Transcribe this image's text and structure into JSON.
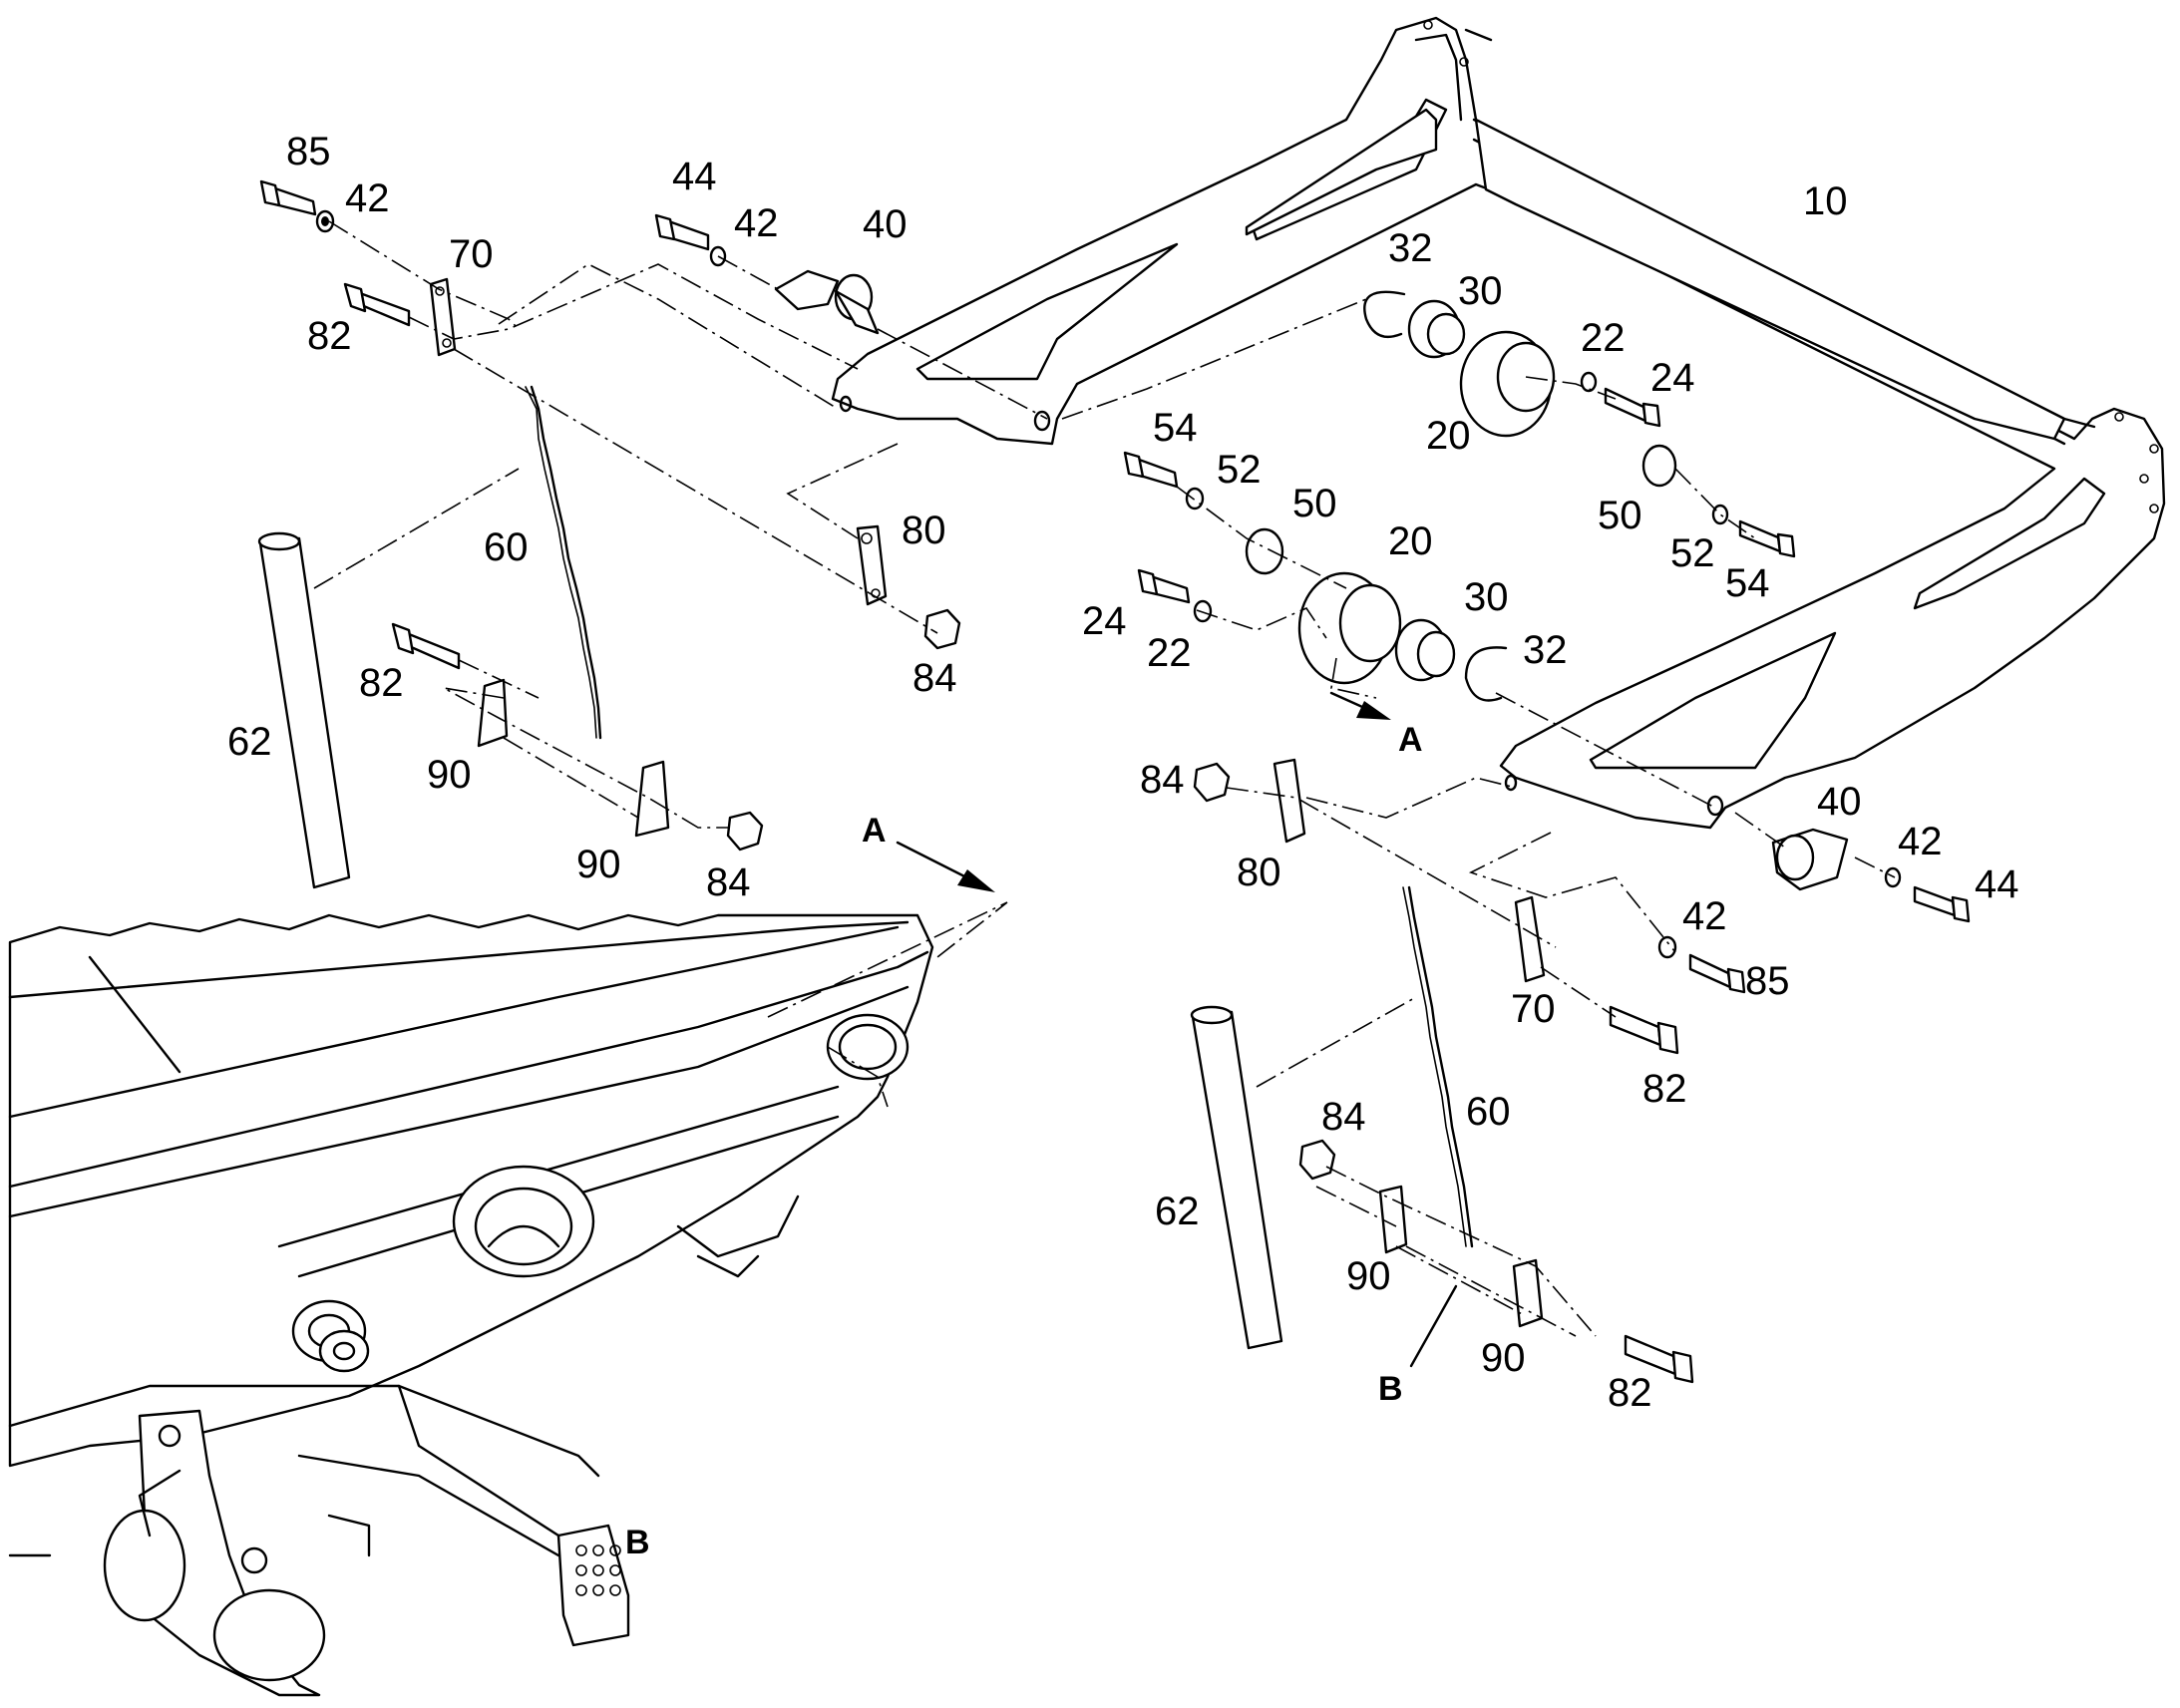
{
  "callouts": [
    {
      "id": "c85a",
      "text": "85"
    },
    {
      "id": "c42a",
      "text": "42"
    },
    {
      "id": "c70a",
      "text": "70"
    },
    {
      "id": "c82a",
      "text": "82"
    },
    {
      "id": "c44a",
      "text": "44"
    },
    {
      "id": "c42b",
      "text": "42"
    },
    {
      "id": "c40a",
      "text": "40"
    },
    {
      "id": "c10",
      "text": "10"
    },
    {
      "id": "c32a",
      "text": "32"
    },
    {
      "id": "c30a",
      "text": "30"
    },
    {
      "id": "c22a",
      "text": "22"
    },
    {
      "id": "c24a",
      "text": "24"
    },
    {
      "id": "c20a",
      "text": "20"
    },
    {
      "id": "c54a",
      "text": "54"
    },
    {
      "id": "c52a",
      "text": "52"
    },
    {
      "id": "c50a",
      "text": "50"
    },
    {
      "id": "c50b",
      "text": "50"
    },
    {
      "id": "c52b",
      "text": "52"
    },
    {
      "id": "c54b",
      "text": "54"
    },
    {
      "id": "c20b",
      "text": "20"
    },
    {
      "id": "c30b",
      "text": "30"
    },
    {
      "id": "c32b",
      "text": "32"
    },
    {
      "id": "c24b",
      "text": "24"
    },
    {
      "id": "c22b",
      "text": "22"
    },
    {
      "id": "c60a",
      "text": "60"
    },
    {
      "id": "c80a",
      "text": "80"
    },
    {
      "id": "c84a",
      "text": "84"
    },
    {
      "id": "c62a",
      "text": "62"
    },
    {
      "id": "c82b",
      "text": "82"
    },
    {
      "id": "c90a",
      "text": "90"
    },
    {
      "id": "c90b",
      "text": "90"
    },
    {
      "id": "c84b",
      "text": "84"
    },
    {
      "id": "c84c",
      "text": "84"
    },
    {
      "id": "c80b",
      "text": "80"
    },
    {
      "id": "c40b",
      "text": "40"
    },
    {
      "id": "c42c",
      "text": "42"
    },
    {
      "id": "c44b",
      "text": "44"
    },
    {
      "id": "c42d",
      "text": "42"
    },
    {
      "id": "c85b",
      "text": "85"
    },
    {
      "id": "c70b",
      "text": "70"
    },
    {
      "id": "c82c",
      "text": "82"
    },
    {
      "id": "c60b",
      "text": "60"
    },
    {
      "id": "c84d",
      "text": "84"
    },
    {
      "id": "c62b",
      "text": "62"
    },
    {
      "id": "c90c",
      "text": "90"
    },
    {
      "id": "c90d",
      "text": "90"
    },
    {
      "id": "c82d",
      "text": "82"
    }
  ],
  "view_markers": [
    {
      "id": "mA1",
      "text": "A"
    },
    {
      "id": "mA2",
      "text": "A"
    },
    {
      "id": "mB1",
      "text": "B"
    },
    {
      "id": "mB2",
      "text": "B"
    }
  ]
}
